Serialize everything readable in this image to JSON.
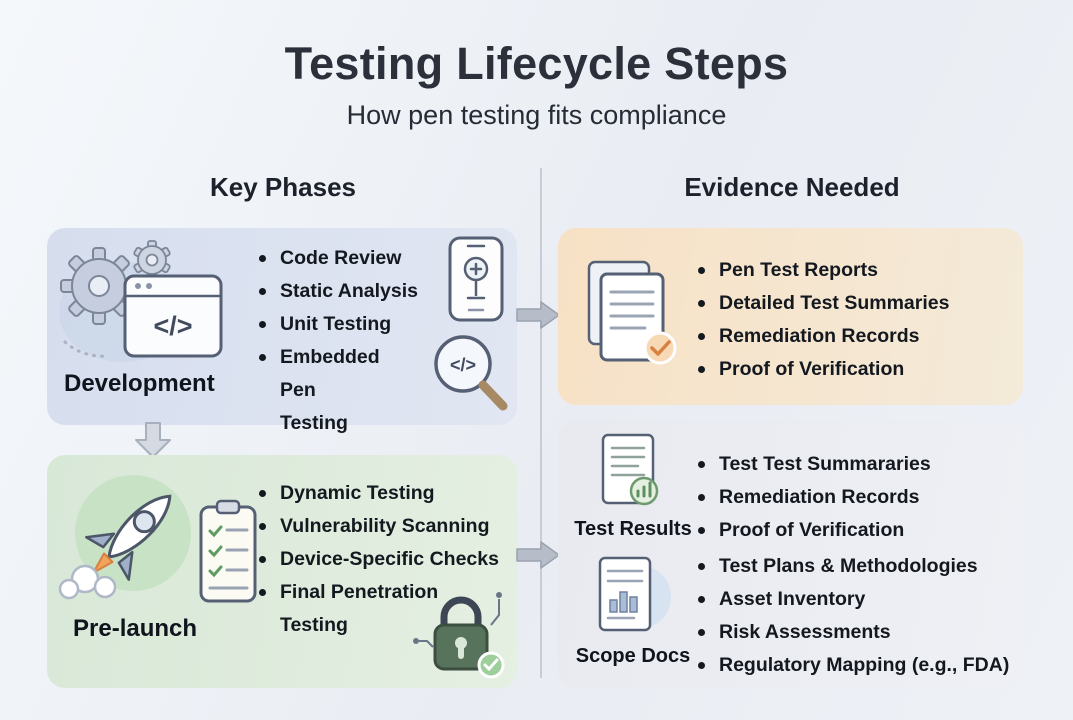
{
  "title": "Testing Lifecycle Steps",
  "subtitle": "How pen testing fits compliance",
  "left": {
    "header": "Key Phases",
    "phases": [
      {
        "label": "Development",
        "items": [
          "Code Review",
          "Static Analysis",
          "Unit Testing",
          "Embedded Pen Testing"
        ]
      },
      {
        "label": "Pre-launch",
        "items": [
          "Dynamic Testing",
          "Vulnerability Scanning",
          "Device-Specific Checks",
          "Final Penetration Testing"
        ]
      }
    ]
  },
  "right": {
    "header": "Evidence Needed",
    "groups": [
      {
        "label": "",
        "items": [
          "Pen Test Reports",
          "Detailed Test Summaries",
          "Remediation Records",
          "Proof of Verification"
        ]
      },
      {
        "label": "Test Results",
        "items": [
          "Test Test Summararies",
          "Remediation Records",
          "Proof of Verification"
        ]
      },
      {
        "label": "Scope Docs",
        "items": [
          "Test Plans & Methodologies",
          "Asset Inventory",
          "Risk Assessments",
          "Regulatory Mapping (e.g., FDA)"
        ]
      }
    ]
  },
  "icons": {
    "development": "gears-code-window-icon",
    "mobile": "mobile-medical-app-icon",
    "code_search": "magnifier-code-icon",
    "prelaunch": "rocket-checklist-icon",
    "security": "padlock-check-icon",
    "reports": "document-check-icon",
    "test_results": "document-chart-icon",
    "scope_docs": "document-bar-chart-icon",
    "flow": "right-arrow-icon",
    "step": "down-arrow-icon"
  },
  "colors": {
    "background": "#eef1f7",
    "card_development": "#dae1ef",
    "card_prelaunch": "#dfebdd",
    "card_reports": "#f7e3cb",
    "card_evidence": "#eceef3",
    "text": "#14181f",
    "arrow": "#b7bec9",
    "check_orange": "#d9813f",
    "check_green": "#5f8f5f"
  }
}
